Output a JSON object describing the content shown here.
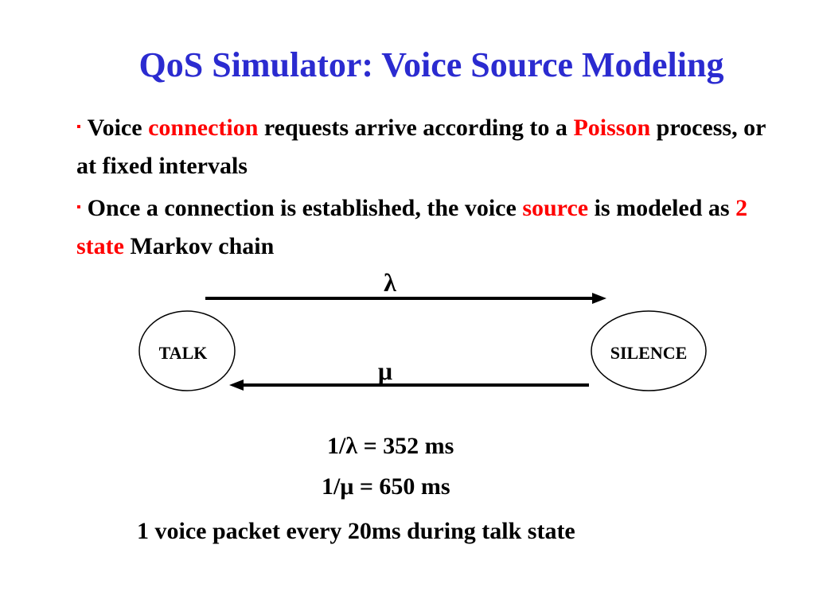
{
  "colors": {
    "title": "#2b2bd0",
    "accent": "#ff0000",
    "text": "#000000"
  },
  "title": "QoS Simulator: Voice Source Modeling",
  "bullets": [
    {
      "marker": "▪",
      "part1": "Voice ",
      "hl1": "connection",
      "part2": " requests arrive according to a ",
      "hl2": "Poisson",
      "part3": " process, or at fixed intervals"
    },
    {
      "marker": "▪",
      "part1": "Once a connection is established, the voice ",
      "hl1": "source",
      "part2": " is modeled as ",
      "hl2": "2 state",
      "part3": " Markov chain"
    }
  ],
  "diagram": {
    "states": [
      "TALK",
      "SILENCE"
    ],
    "arrow_top_label": "λ",
    "arrow_bottom_label": "μ"
  },
  "formulas": {
    "lambda": "1/λ = 352 ms",
    "mu": "1/μ = 650 ms"
  },
  "note": "1 voice packet every 20ms during talk state"
}
